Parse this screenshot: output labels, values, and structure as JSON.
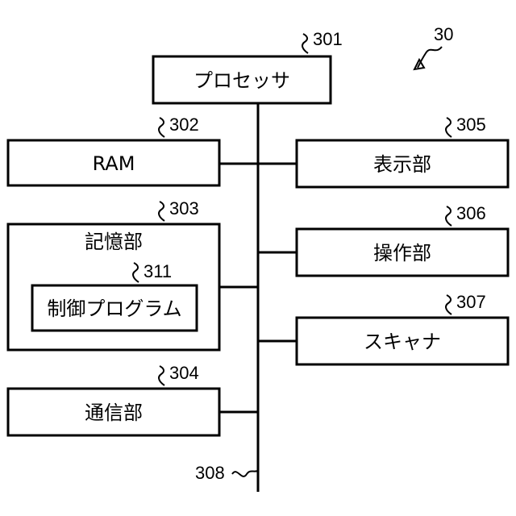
{
  "figure_ref": "30",
  "bus_ref": "308",
  "boxes": {
    "processor": {
      "label": "プロセッサ",
      "ref": "301"
    },
    "ram": {
      "label": "RAM",
      "ref": "302"
    },
    "storage": {
      "label": "記憶部",
      "ref": "303"
    },
    "control_program": {
      "label": "制御プログラム",
      "ref": "311"
    },
    "communication": {
      "label": "通信部",
      "ref": "304"
    },
    "display": {
      "label": "表示部",
      "ref": "305"
    },
    "operation": {
      "label": "操作部",
      "ref": "306"
    },
    "scanner": {
      "label": "スキャナ",
      "ref": "307"
    }
  }
}
